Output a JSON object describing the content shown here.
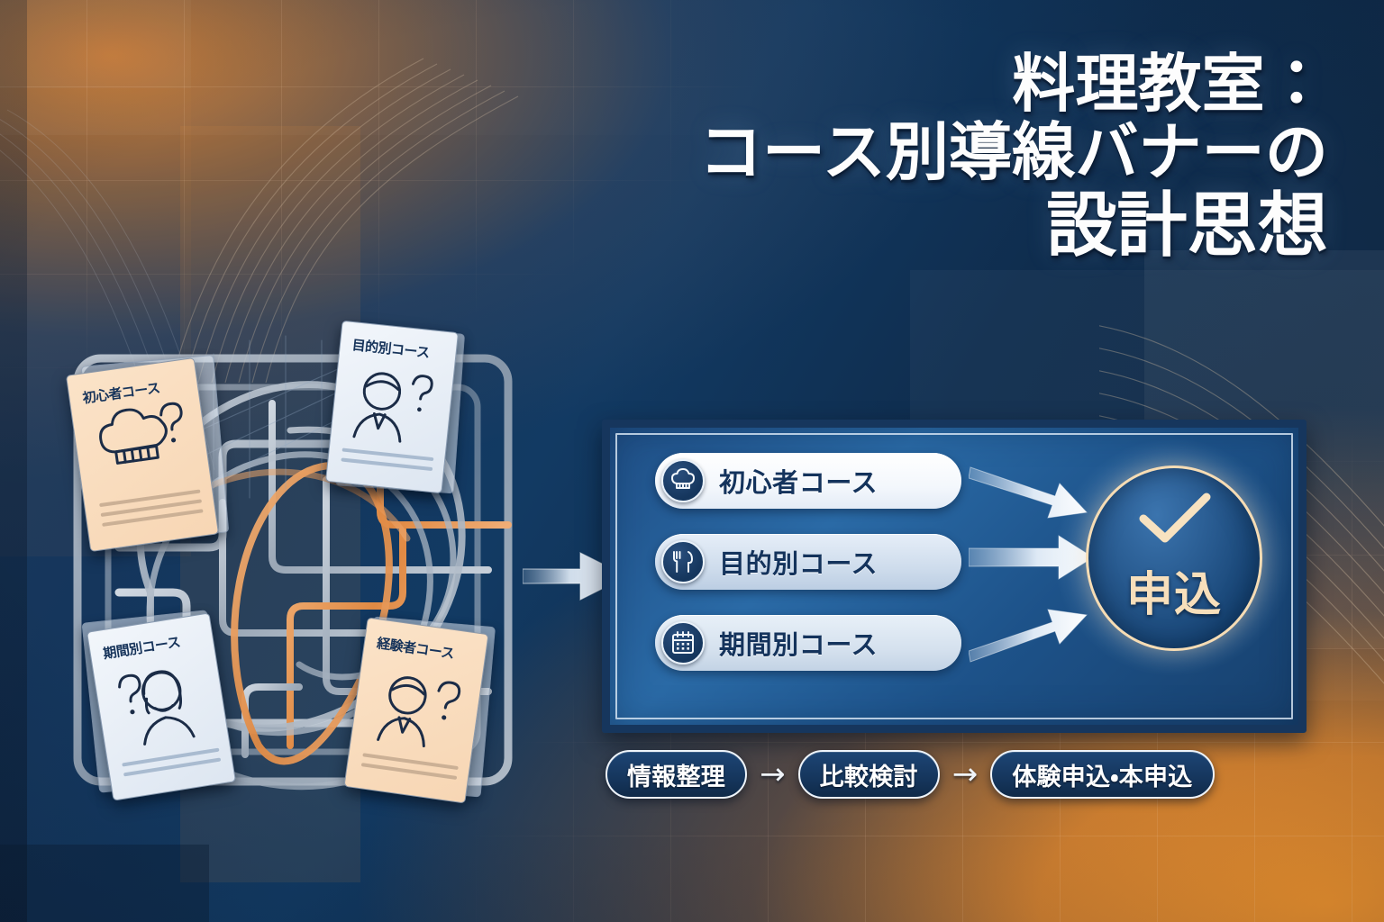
{
  "title": {
    "line1": "料理教室：",
    "line2": "コース別導線バナーの",
    "line3": "設計思想"
  },
  "colors": {
    "deep_navy": "#16365d",
    "panel_blue": "#2a6aa6",
    "accent_gold": "#f6dcb4",
    "cream_card": "#fbe3c8",
    "paper_card": "#f2f6fb",
    "orange_glow": "#f2952e"
  },
  "tangle": {
    "description_icon": "tangled-maze-lines",
    "cards": [
      {
        "title": "初心者コース",
        "icon": "chef-hat-question-icon",
        "style": "cream"
      },
      {
        "title": "目的別コース",
        "icon": "person-question-icon",
        "style": "paper"
      },
      {
        "title": "期間別コース",
        "icon": "woman-question-icon",
        "style": "paper"
      },
      {
        "title": "経験者コース",
        "icon": "person-question-icon",
        "style": "cream"
      }
    ]
  },
  "panel": {
    "courses": [
      {
        "label": "初心者コース",
        "icon": "chef-hat-icon"
      },
      {
        "label": "目的別コース",
        "icon": "fork-knife-icon"
      },
      {
        "label": "期間別コース",
        "icon": "calendar-icon"
      }
    ],
    "goal": {
      "label": "申込",
      "icon": "check-mark-icon"
    },
    "arrow_icon": "arrow-right-icon"
  },
  "flow": {
    "steps": [
      "情報整理",
      "比較検討",
      "体験申込・本申込"
    ],
    "separator": "→"
  }
}
